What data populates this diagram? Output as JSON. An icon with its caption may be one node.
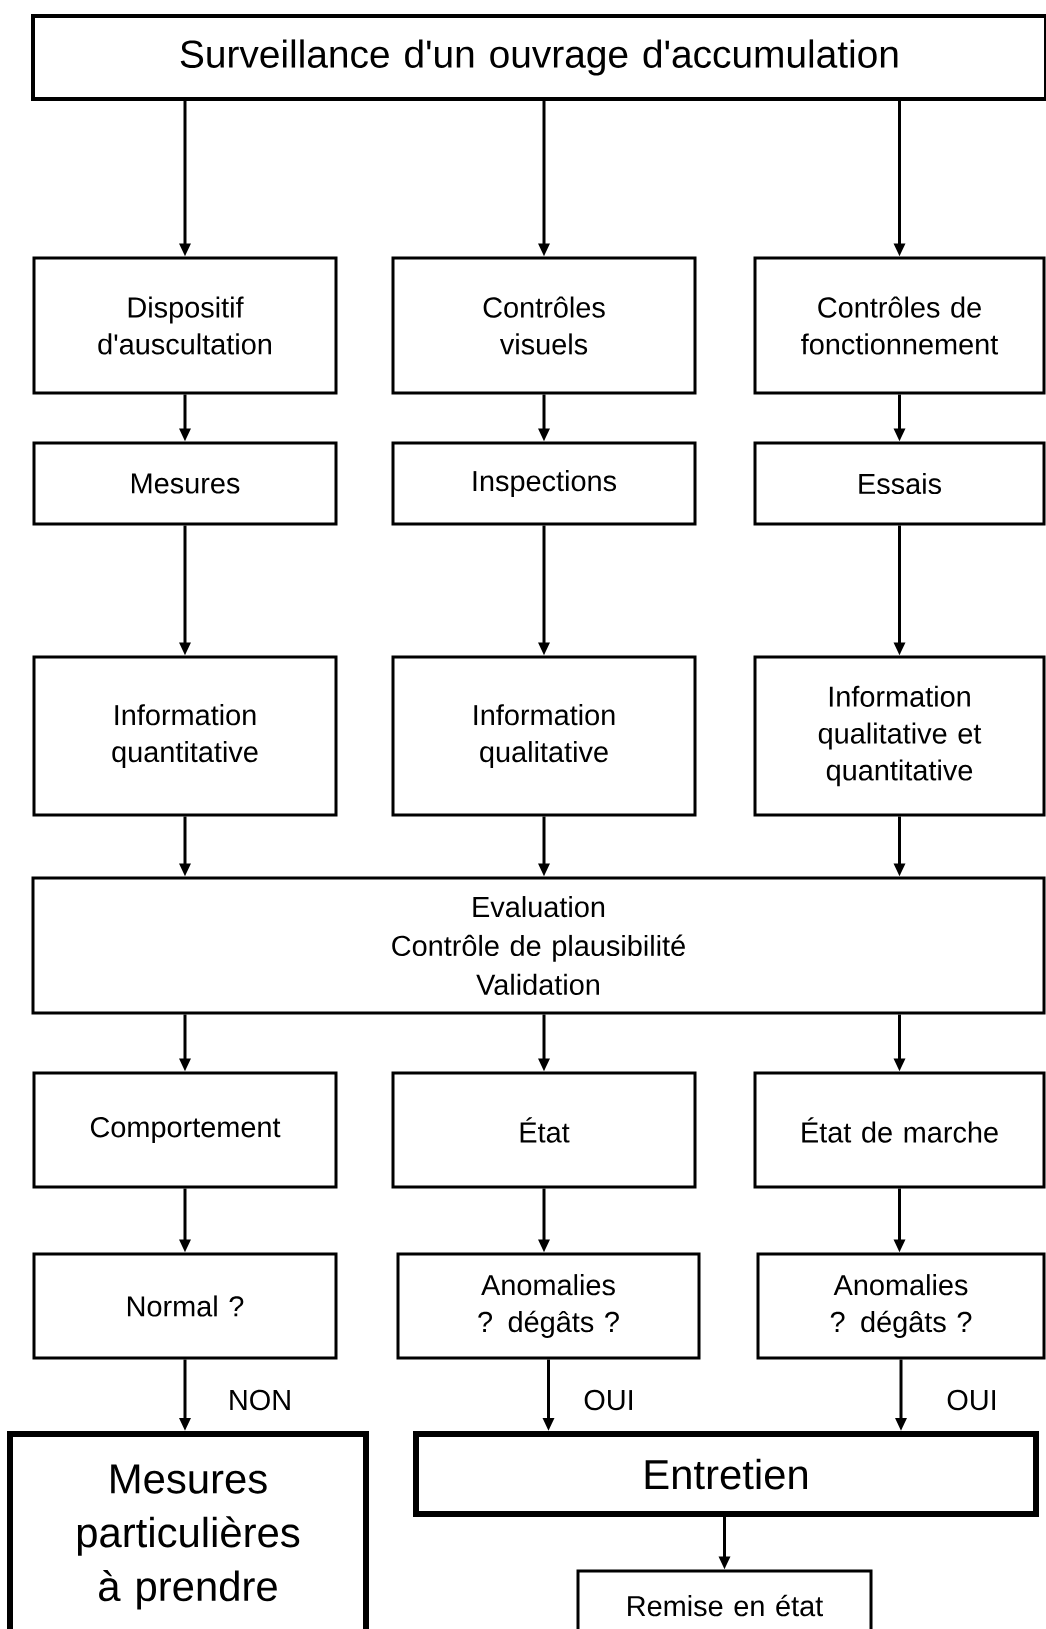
{
  "diagram": {
    "nodes": [
      {
        "text": [
          "Surveillance d'un ouvrage d'accumulation"
        ]
      },
      {
        "text": [
          "Dispositif d'auscultation"
        ]
      },
      {
        "text": [
          "Contrôles visuels"
        ]
      },
      {
        "text": [
          "Contrôles de fonctionnement"
        ]
      },
      {
        "text": [
          "Mesures"
        ]
      },
      {
        "text": [
          "Inspections"
        ]
      },
      {
        "text": [
          "Essais"
        ]
      },
      {
        "text": [
          "Information quantitative"
        ]
      },
      {
        "text": [
          "Information qualitative"
        ]
      },
      {
        "text": [
          "Information qualitative et quantitative"
        ]
      },
      {
        "text": [
          "Evaluation",
          "Contrôle de plausibilité",
          "Validation"
        ]
      },
      {
        "text": [
          "Comportement"
        ]
      },
      {
        "text": [
          "État"
        ]
      },
      {
        "text": [
          "État de marche"
        ]
      },
      {
        "text": [
          "Normal ?"
        ]
      },
      {
        "text": [
          "Anomalies ? dégâts ?"
        ]
      },
      {
        "text": [
          "Anomalies ? dégâts ?"
        ]
      },
      {
        "text": [
          "Mesures particulières à prendre"
        ]
      },
      {
        "text": [
          "Entretien"
        ]
      },
      {
        "text": [
          "Remise en état"
        ]
      }
    ],
    "edges": [
      {
        "from": 0,
        "to": 1,
        "arrow": "to"
      },
      {
        "from": 0,
        "to": 2,
        "arrow": "to"
      },
      {
        "from": 0,
        "to": 3,
        "arrow": "to"
      },
      {
        "from": 1,
        "to": 4,
        "arrow": "to"
      },
      {
        "from": 2,
        "to": 5,
        "arrow": "to"
      },
      {
        "from": 3,
        "to": 6,
        "arrow": "to"
      },
      {
        "from": 4,
        "to": 7,
        "arrow": "to"
      },
      {
        "from": 5,
        "to": 8,
        "arrow": "to"
      },
      {
        "from": 6,
        "to": 9,
        "arrow": "to"
      },
      {
        "from": 7,
        "to": 10,
        "arrow": "to"
      },
      {
        "from": 8,
        "to": 10,
        "arrow": "to"
      },
      {
        "from": 9,
        "to": 10,
        "arrow": "to"
      },
      {
        "from": 10,
        "to": 11,
        "arrow": "to"
      },
      {
        "from": 10,
        "to": 12,
        "arrow": "to"
      },
      {
        "from": 10,
        "to": 13,
        "arrow": "to"
      },
      {
        "from": 11,
        "to": 14,
        "arrow": "to"
      },
      {
        "from": 12,
        "to": 15,
        "arrow": "to"
      },
      {
        "from": 13,
        "to": 16,
        "arrow": "to"
      },
      {
        "from": 14,
        "to": 17,
        "label": "NON",
        "arrow": "to"
      },
      {
        "from": 15,
        "to": 18,
        "label": "OUI",
        "arrow": "to"
      },
      {
        "from": 16,
        "to": 18,
        "label": "OUI",
        "arrow": "to"
      },
      {
        "from": 18,
        "to": 19,
        "arrow": "to"
      }
    ]
  }
}
